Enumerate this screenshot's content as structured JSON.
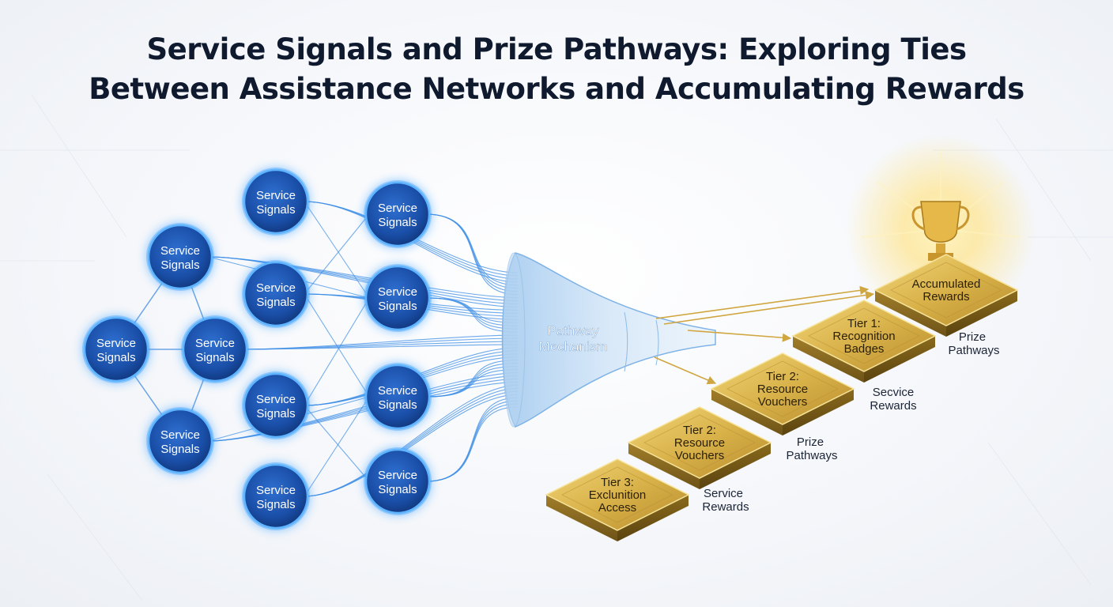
{
  "title": {
    "line1": "Service Signals and Prize Pathways: Exploring Ties",
    "line2": "Between Assistance Networks and Accumulating Rewards"
  },
  "nodes": [
    {
      "id": "n1",
      "line1": "Service",
      "line2": "Signals"
    },
    {
      "id": "n2",
      "line1": "Service",
      "line2": "Signals"
    },
    {
      "id": "n3",
      "line1": "Service",
      "line2": "Signals"
    },
    {
      "id": "n4",
      "line1": "Service",
      "line2": "Signals"
    },
    {
      "id": "n5",
      "line1": "Service",
      "line2": "Signals"
    },
    {
      "id": "n6",
      "line1": "Service",
      "line2": "Signals"
    },
    {
      "id": "n7",
      "line1": "Service",
      "line2": "Signals"
    },
    {
      "id": "n8",
      "line1": "Service",
      "line2": "Signals"
    },
    {
      "id": "n9",
      "line1": "Service",
      "line2": "Signals"
    },
    {
      "id": "n10",
      "line1": "Service",
      "line2": "Signals"
    },
    {
      "id": "n11",
      "line1": "Service",
      "line2": "Signals"
    },
    {
      "id": "n12",
      "line1": "Service",
      "line2": "Signals"
    }
  ],
  "funnel": {
    "line1": "Pathway",
    "line2": "Mechanism"
  },
  "tiers": [
    {
      "id": "accumulated",
      "lines": [
        "Accumulated",
        "Rewards"
      ]
    },
    {
      "id": "tier1",
      "lines": [
        "Tier 1:",
        "Recognition",
        "Badges"
      ]
    },
    {
      "id": "tier2a",
      "lines": [
        "Tier 2:",
        "Resource",
        "Vouchers"
      ]
    },
    {
      "id": "tier2b",
      "lines": [
        "Tier 2:",
        "Resource",
        "Vouchers"
      ]
    },
    {
      "id": "tier3",
      "lines": [
        "Tier 3:",
        "Exclunition",
        "Access"
      ]
    }
  ],
  "side_labels": [
    {
      "id": "s1",
      "line1": "Prize",
      "line2": "Pathways"
    },
    {
      "id": "s2",
      "line1": "Secvice",
      "line2": "Rewards"
    },
    {
      "id": "s3",
      "line1": "Prize",
      "line2": "Pathways"
    },
    {
      "id": "s4",
      "line1": "Service",
      "line2": "Rewards"
    }
  ],
  "colors": {
    "node_fill": "#1a4fa8",
    "node_glow": "#3aa0ff",
    "link_line": "#3d8ee6",
    "gold": "#d9b24a",
    "gold_dark": "#8a6a1c",
    "title": "#0f1a2e"
  },
  "icons": {
    "trophy": "trophy-icon"
  }
}
